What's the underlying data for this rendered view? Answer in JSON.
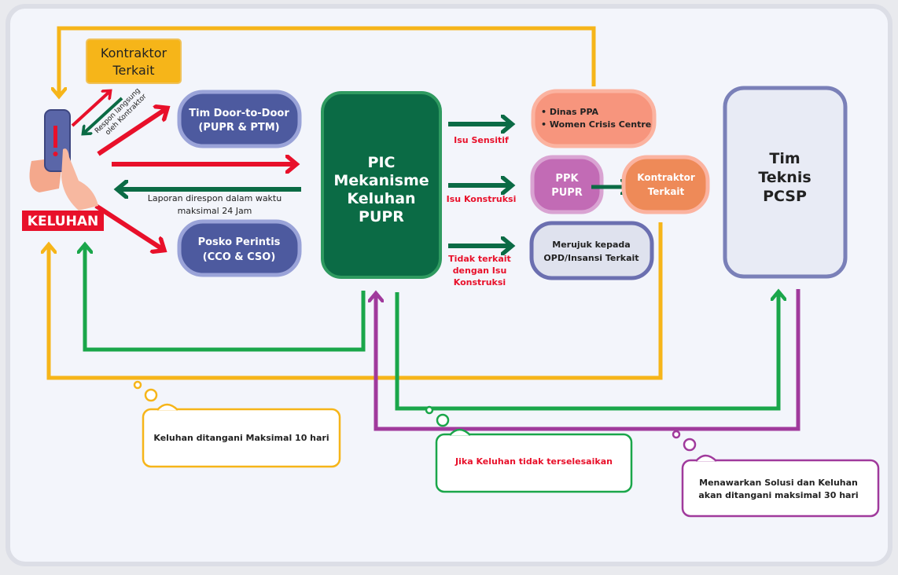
{
  "colors": {
    "red": "#e8102a",
    "dark_green": "#0b6b45",
    "green": "#1aa64a",
    "yellow": "#f6b519",
    "purple": "#a03a9c",
    "navy": "#4d5a9f"
  },
  "keluhan": {
    "label": "KELUHAN",
    "icon": "phone-alert-icon"
  },
  "kontraktor_top": {
    "line1": "Kontraktor",
    "line2": "Terkait"
  },
  "respon_note": {
    "line1": "Respon langsung",
    "line2": "oleh Kontraktor"
  },
  "door_to_door": {
    "line1": "Tim Door-to-Door",
    "line2": "(PUPR & PTM)"
  },
  "posko": {
    "line1": "Posko Perintis",
    "line2": "(CCO & CSO)"
  },
  "laporan_note": {
    "line1": "Laporan direspon dalam waktu",
    "line2": "maksimal 24 Jam"
  },
  "pic": {
    "line1": "PIC",
    "line2": "Mekanisme",
    "line3": "Keluhan",
    "line4": "PUPR"
  },
  "branches": {
    "sensitif": "Isu Sensitif",
    "konstruksi": "Isu Konstruksi",
    "tidak_line1": "Tidak terkait",
    "tidak_line2": "dengan Isu",
    "tidak_line3": "Konstruksi"
  },
  "dinas": {
    "item1": "• Dinas PPA",
    "item2": "• Women Crisis Centre"
  },
  "ppk": {
    "line1": "PPK",
    "line2": "PUPR"
  },
  "kontraktor_right": {
    "line1": "Kontraktor",
    "line2": "Terkait"
  },
  "merujuk": {
    "line1": "Merujuk kepada",
    "line2": "OPD/Insansi Terkait"
  },
  "tim_teknis": {
    "line1": "Tim",
    "line2": "Teknis",
    "line3": "PCSP"
  },
  "callouts": {
    "yellow": "Keluhan ditangani Maksimal 10 hari",
    "green": "Jika Keluhan tidak terselesaikan",
    "purple_line1": "Menawarkan Solusi dan Keluhan",
    "purple_line2": "akan ditangani maksimal 30 hari"
  }
}
